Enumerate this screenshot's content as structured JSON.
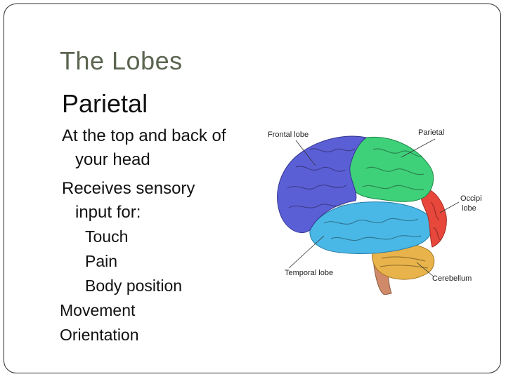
{
  "slide": {
    "title": "The Lobes",
    "heading": "Parietal",
    "bullet_glyph": "",
    "points": [
      {
        "line1": "At the top and back of",
        "line2": "your head"
      },
      {
        "line1": "Receives sensory",
        "line2": "input for:"
      }
    ],
    "sub_points": [
      "Touch",
      "Pain",
      "Body position"
    ],
    "extra_points": [
      "Movement",
      "Orientation"
    ]
  },
  "figure": {
    "labels": {
      "frontal": "Frontal lobe",
      "parietal": "Parietal",
      "occipital_1": "Occipital",
      "occipital_2": "lobe",
      "temporal": "Temporal lobe",
      "cerebellum": "Cerebellum"
    },
    "colors": {
      "frontal": "#5b5fd6",
      "parietal": "#3fd07a",
      "occipital": "#e8473c",
      "temporal": "#4ab8e6",
      "cerebellum": "#e8b34a",
      "brainstem": "#d08a6a"
    }
  }
}
